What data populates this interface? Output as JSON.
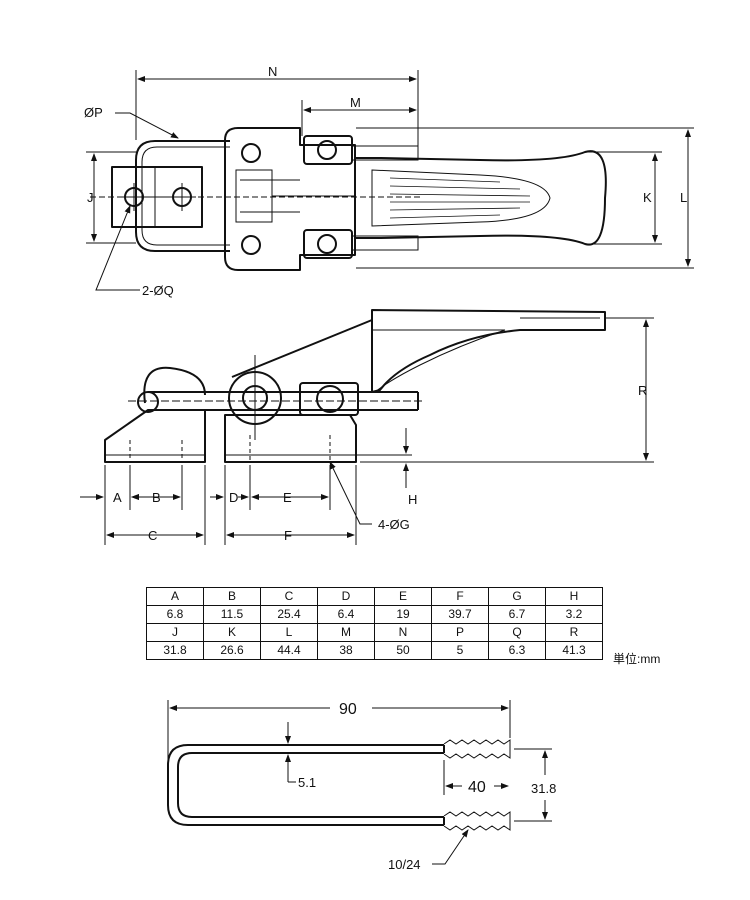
{
  "drawing": {
    "top_view": {
      "labels": {
        "n": "N",
        "m": "M",
        "p": "ØP",
        "j": "J",
        "k": "K",
        "l": "L",
        "q": "2-ØQ"
      }
    },
    "side_view": {
      "labels": {
        "r": "R",
        "a": "A",
        "b": "B",
        "c": "C",
        "d": "D",
        "e": "E",
        "f": "F",
        "h": "H",
        "g": "4-ØG"
      }
    },
    "u_bolt": {
      "labels": {
        "length": "90",
        "thread_length": "40",
        "width": "31.8",
        "thickness": "5.1",
        "thread": "10/24"
      }
    }
  },
  "table": {
    "rows": [
      [
        "A",
        "B",
        "C",
        "D",
        "E",
        "F",
        "G",
        "H"
      ],
      [
        "6.8",
        "11.5",
        "25.4",
        "6.4",
        "19",
        "39.7",
        "6.7",
        "3.2"
      ],
      [
        "J",
        "K",
        "L",
        "M",
        "N",
        "P",
        "Q",
        "R"
      ],
      [
        "31.8",
        "26.6",
        "44.4",
        "38",
        "50",
        "5",
        "6.3",
        "41.3"
      ]
    ],
    "unit": "単位:mm"
  }
}
